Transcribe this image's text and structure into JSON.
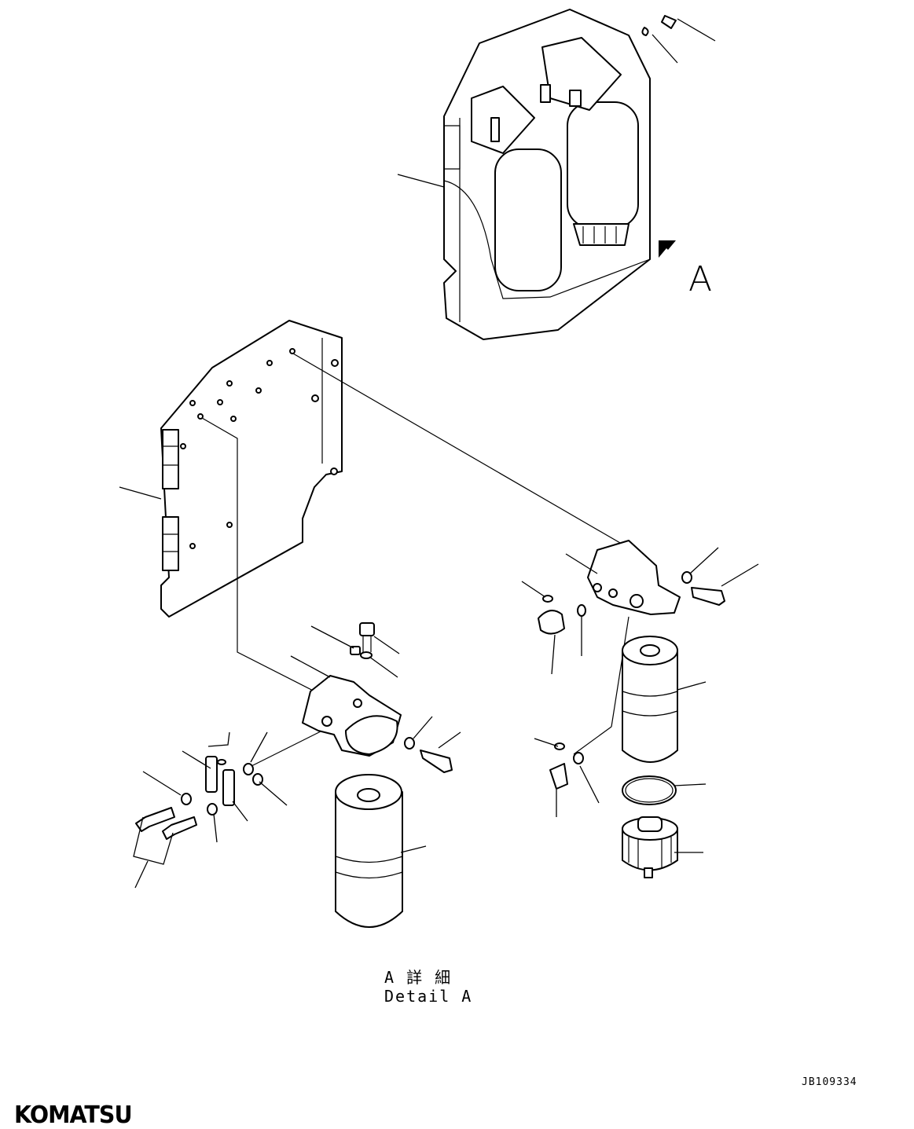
{
  "callout": {
    "label": "A"
  },
  "detail_caption": {
    "jp": "A 詳 細",
    "en": "Detail A"
  },
  "drawing_code": "JB109334",
  "brand": {
    "name": "KOMATSU"
  },
  "colors": {
    "ink": "#000000",
    "paper": "#ffffff"
  }
}
